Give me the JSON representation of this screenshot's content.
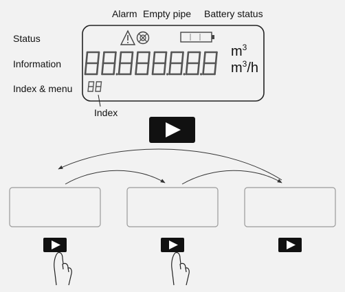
{
  "labels": {
    "alarm": "Alarm",
    "empty_pipe": "Empty pipe",
    "battery_status": "Battery status",
    "status": "Status",
    "information": "Information",
    "index_menu": "Index & menu",
    "index": "Index"
  },
  "units": {
    "volume_base": "m",
    "volume_sup": "3",
    "flow_base": "m",
    "flow_sup": "3",
    "flow_suffix": "/h"
  },
  "display": {
    "digits": "88.888.8.8.8",
    "index_digits": "88"
  },
  "icons": {
    "alarm": "warning-triangle-icon",
    "empty_pipe": "empty-pipe-icon",
    "battery": "battery-icon",
    "play": "play-button-icon",
    "finger": "pointing-finger-icon"
  },
  "colors": {
    "background": "#f2f2f2",
    "lcd_border": "#222222",
    "segment": "#555555",
    "button_fill": "#111111",
    "button_arrow": "#ffffff",
    "screen_border": "#9a9a9a"
  }
}
